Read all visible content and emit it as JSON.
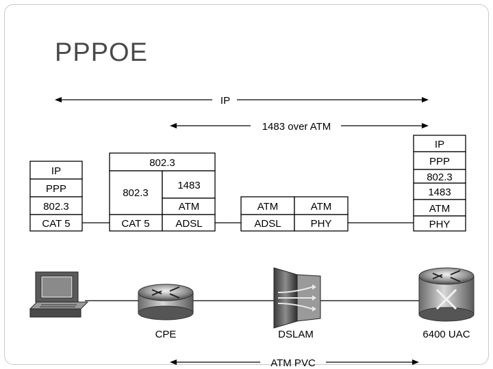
{
  "slide": {
    "title": "PPPOE"
  },
  "spans": {
    "ip": "IP",
    "rfc1483": "1483 over ATM",
    "pvc": "ATM PVC"
  },
  "stacks": {
    "pc": [
      "IP",
      "PPP",
      "802.3",
      "CAT 5"
    ],
    "cpe": {
      "top": "802.3",
      "left_mid": "802.3",
      "right_1483": "1483",
      "right_atm": "ATM",
      "left_bottom": "CAT 5",
      "right_bottom": "ADSL"
    },
    "dslam": {
      "left_atm": "ATM",
      "right_atm": "ATM",
      "left_bottom": "ADSL",
      "right_bottom": "PHY"
    },
    "uac": [
      "IP",
      "PPP",
      "802.3",
      "1483",
      "ATM",
      "PHY"
    ]
  },
  "devices": {
    "pc": "",
    "cpe": "CPE",
    "dslam": "DSLAM",
    "uac": "6400 UAC"
  }
}
